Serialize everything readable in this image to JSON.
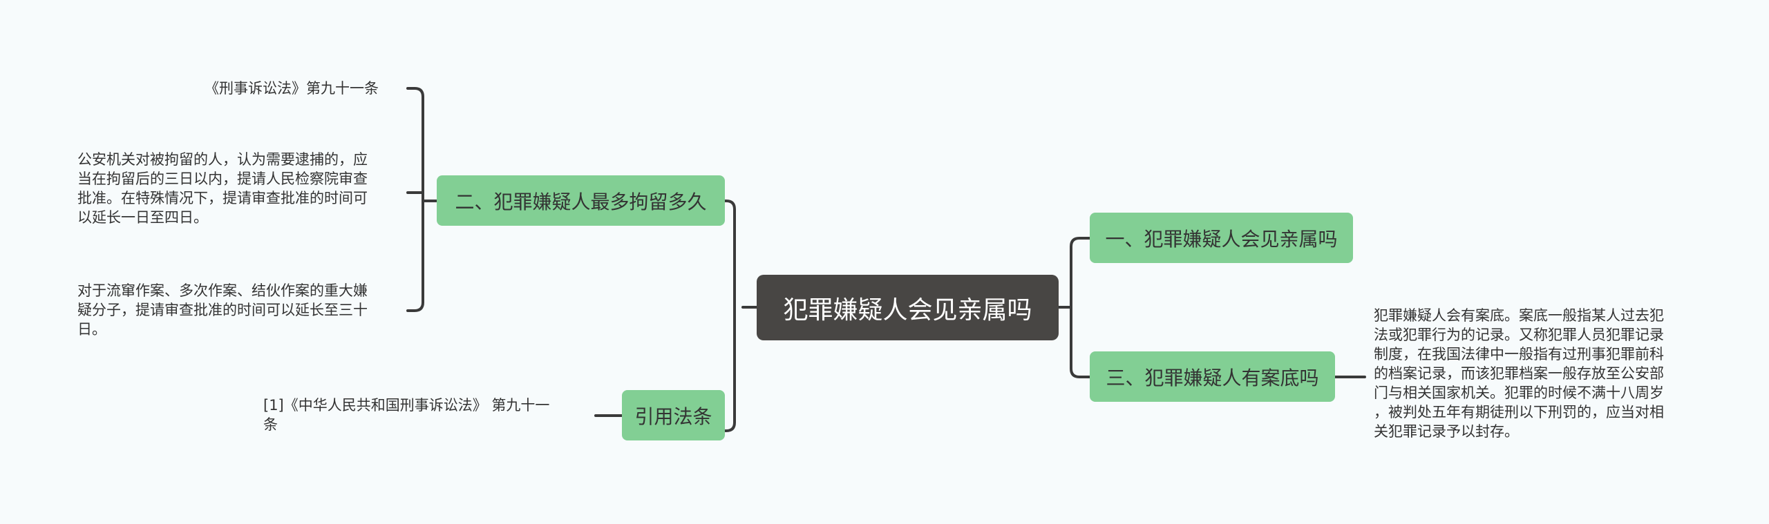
{
  "root": {
    "label": "犯罪嫌疑人会见亲属吗"
  },
  "topics": {
    "t1": {
      "label": "一、犯罪嫌疑人会见亲属吗"
    },
    "t2": {
      "label": "二、犯罪嫌疑人最多拘留多久"
    },
    "t3": {
      "label": "三、犯罪嫌疑人有案底吗"
    },
    "t4": {
      "label": "引用法条"
    }
  },
  "leaves": {
    "law_ref": {
      "lines": [
        "《刑事诉讼法》第九十一条"
      ]
    },
    "detention_term": {
      "lines": [
        "公安机关对被拘留的人，认为需要逮捕的，应",
        "当在拘留后的三日以内，提请人民检察院审查",
        "批准。在特殊情况下，提请审查批准的时间可",
        "以延长一日至四日。"
      ]
    },
    "extended_term": {
      "lines": [
        "对于流窜作案、多次作案、结伙作案的重大嫌",
        "疑分子，提请审查批准的时间可以延长至三十",
        "日。"
      ]
    },
    "citation": {
      "lines": [
        "[1]《中华人民共和国刑事诉讼法》 第九十一",
        "条"
      ]
    },
    "record_info": {
      "lines": [
        "犯罪嫌疑人会有案底。案底一般指某人过去犯",
        "法或犯罪行为的记录。又称犯罪人员犯罪记录",
        "制度，在我国法律中一般指有过刑事犯罪前科",
        "的档案记录，而该犯罪档案一般存放至公安部",
        "门与相关国家机关。犯罪的时候不满十八周岁",
        "，被判处五年有期徒刑以下刑罚的，应当对相",
        "关犯罪记录予以封存。"
      ]
    }
  },
  "colors": {
    "root_fill": "#484644",
    "topic_fill": "#82cf94",
    "connector": "#3a3a3a",
    "background": "#f7fbfc"
  }
}
